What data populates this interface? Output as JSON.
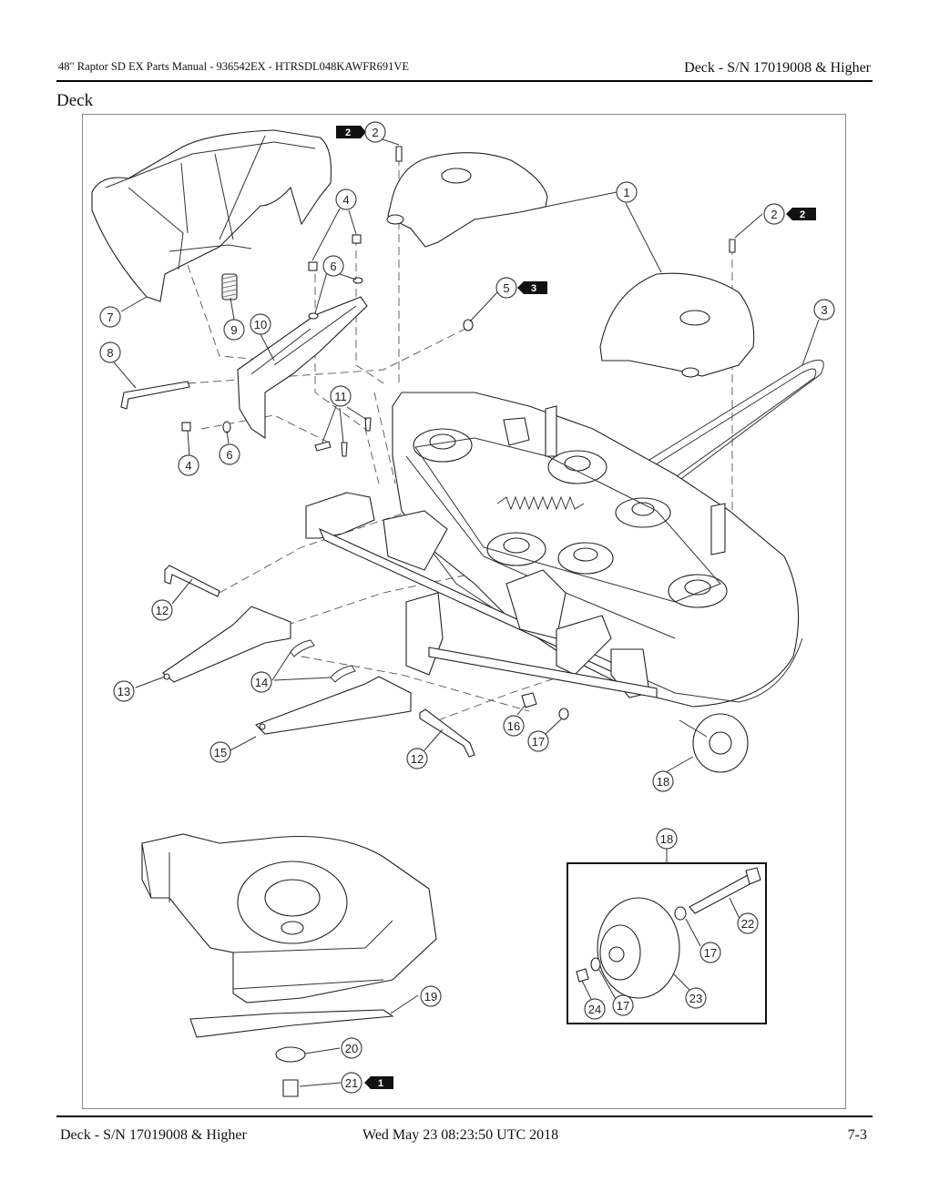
{
  "header": {
    "left": "48\" Raptor SD EX Parts Manual - 936542EX - HTRSDL048KAWFR691VE",
    "right": "Deck - S/N 17019008 & Higher"
  },
  "section_title": "Deck",
  "callouts": [
    "1",
    "2",
    "2",
    "3",
    "4",
    "4",
    "5",
    "6",
    "6",
    "7",
    "8",
    "9",
    "10",
    "11",
    "12",
    "12",
    "13",
    "14",
    "15",
    "16",
    "17",
    "17",
    "17",
    "18",
    "18",
    "19",
    "20",
    "21",
    "22",
    "23",
    "24"
  ],
  "badges": [
    "2",
    "2",
    "3",
    "1"
  ],
  "footer": {
    "left": "Deck - S/N 17019008 & Higher",
    "center": "Wed May 23 08:23:50 UTC 2018",
    "right": "7-3"
  }
}
